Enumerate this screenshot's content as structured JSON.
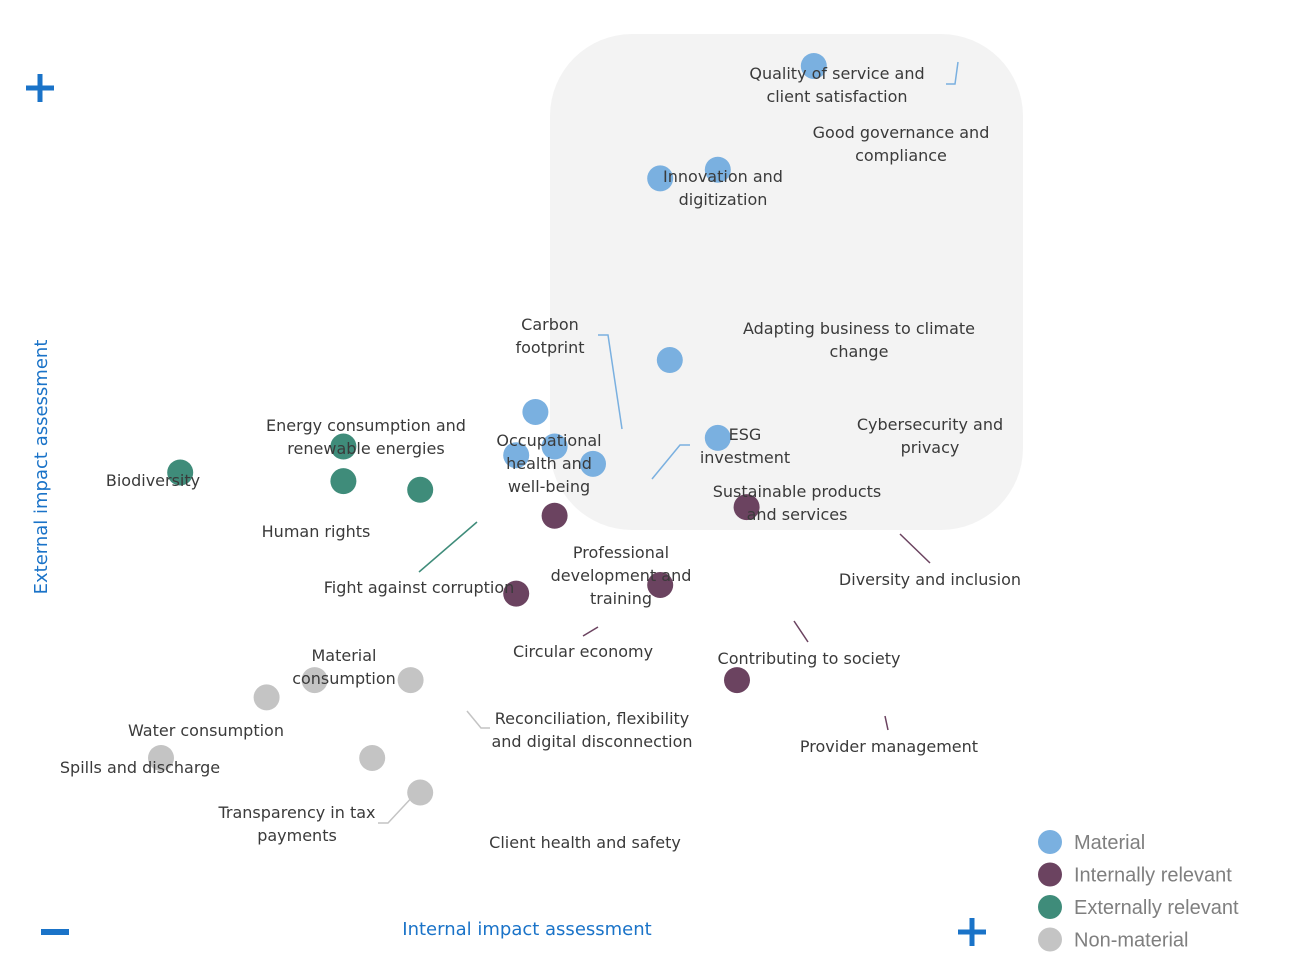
{
  "chart_data": {
    "type": "scatter",
    "title": "",
    "xlabel": "Internal impact assessment",
    "ylabel": "External impact assessment",
    "x_axis_markers": {
      "low": "−",
      "high": "+"
    },
    "y_axis_markers": {
      "high": "+"
    },
    "xlim": [
      0,
      100
    ],
    "ylim": [
      0,
      100
    ],
    "grid": false,
    "legend_position": "bottom-right",
    "highlight_region": "Material",
    "series": [
      {
        "name": "Material",
        "color": "#7ab0e0"
      },
      {
        "name": "Internally relevant",
        "color": "#6b4360"
      },
      {
        "name": "Externally relevant",
        "color": "#3f8c7a"
      },
      {
        "name": "Non-material",
        "color": "#c4c4c4"
      }
    ],
    "points": [
      {
        "label": [
          "Quality of service and",
          "client satisfaction"
        ],
        "series": "Material",
        "x": 78,
        "y": 97
      },
      {
        "label": [
          "Good governance and",
          "compliance"
        ],
        "series": "Material",
        "x": 68,
        "y": 85
      },
      {
        "label": [
          "Innovation and",
          "digitization"
        ],
        "series": "Material",
        "x": 62,
        "y": 84
      },
      {
        "label": [
          "Adapting business to climate",
          "change"
        ],
        "series": "Material",
        "x": 63,
        "y": 63
      },
      {
        "label": [
          "Carbon",
          "footprint"
        ],
        "series": "Material",
        "x": 49,
        "y": 57
      },
      {
        "label": [
          "Cybersecurity and",
          "privacy"
        ],
        "series": "Material",
        "x": 68,
        "y": 54
      },
      {
        "label": [
          "ESG",
          "investment"
        ],
        "series": "Material",
        "x": 51,
        "y": 53
      },
      {
        "label": [
          "Occupational",
          "health and",
          "well-being"
        ],
        "series": "Material",
        "x": 47,
        "y": 52
      },
      {
        "label": [
          "Sustainable products",
          "and services"
        ],
        "series": "Material",
        "x": 55,
        "y": 51
      },
      {
        "label": [
          "Professional",
          "development and",
          "training"
        ],
        "series": "Internally relevant",
        "x": 51,
        "y": 45
      },
      {
        "label": [
          "Diversity and inclusion"
        ],
        "series": "Internally relevant",
        "x": 71,
        "y": 46
      },
      {
        "label": [
          "Contributing to society"
        ],
        "series": "Internally relevant",
        "x": 62,
        "y": 37
      },
      {
        "label": [
          "Circular economy"
        ],
        "series": "Internally relevant",
        "x": 47,
        "y": 36
      },
      {
        "label": [
          "Provider management"
        ],
        "series": "Internally relevant",
        "x": 70,
        "y": 26
      },
      {
        "label": [
          "Energy consumption and",
          "renewable energies"
        ],
        "series": "Externally relevant",
        "x": 29,
        "y": 53
      },
      {
        "label": [
          "Biodiversity"
        ],
        "series": "Externally relevant",
        "x": 12,
        "y": 50
      },
      {
        "label": [
          "Human rights"
        ],
        "series": "Externally relevant",
        "x": 29,
        "y": 49
      },
      {
        "label": [
          "Fight against corruption"
        ],
        "series": "Externally relevant",
        "x": 37,
        "y": 48
      },
      {
        "label": [
          "Material",
          "consumption"
        ],
        "series": "Non-material",
        "x": 26,
        "y": 26
      },
      {
        "label": [
          "Water consumption"
        ],
        "series": "Non-material",
        "x": 21,
        "y": 24
      },
      {
        "label": [
          "Reconciliation, flexibility",
          "and digital disconnection"
        ],
        "series": "Non-material",
        "x": 36,
        "y": 26
      },
      {
        "label": [
          "Spills and discharge"
        ],
        "series": "Non-material",
        "x": 10,
        "y": 17
      },
      {
        "label": [
          "Transparency in tax",
          "payments"
        ],
        "series": "Non-material",
        "x": 32,
        "y": 17
      },
      {
        "label": [
          "Client health and safety"
        ],
        "series": "Non-material",
        "x": 37,
        "y": 13
      }
    ]
  }
}
